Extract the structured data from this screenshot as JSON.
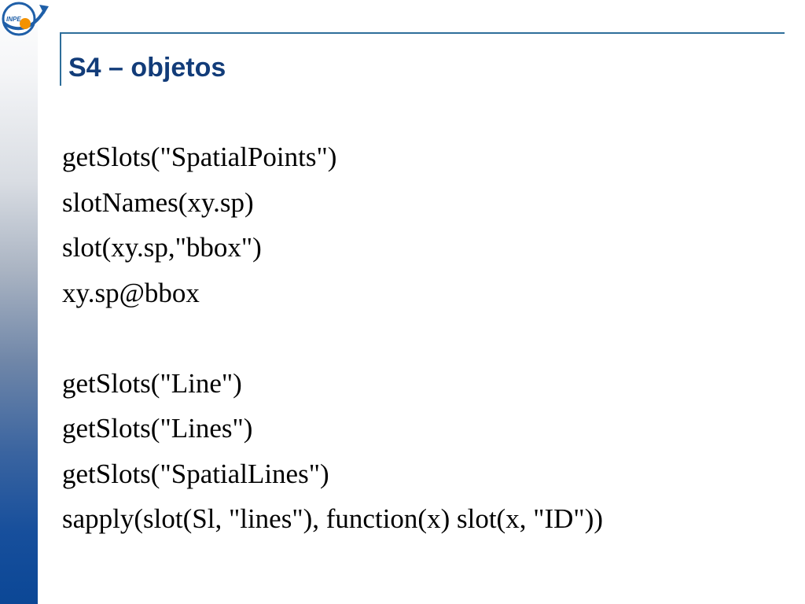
{
  "slide": {
    "title": "S4 – objetos",
    "logo_text": "INPE",
    "lines": [
      "getSlots(\"SpatialPoints\")",
      "slotNames(xy.sp)",
      "slot(xy.sp,\"bbox\")",
      "xy.sp@bbox",
      "",
      "getSlots(\"Line\")",
      "getSlots(\"Lines\")",
      "getSlots(\"SpatialLines\")",
      "sapply(slot(Sl, \"lines\"), function(x) slot(x, \"ID\"))"
    ]
  },
  "colors": {
    "title": "#123c79",
    "accent_line": "#2e6e9a",
    "sidebar_dark": "#0b4796",
    "logo_orange": "#f39200",
    "logo_blue": "#1f5fa8"
  }
}
